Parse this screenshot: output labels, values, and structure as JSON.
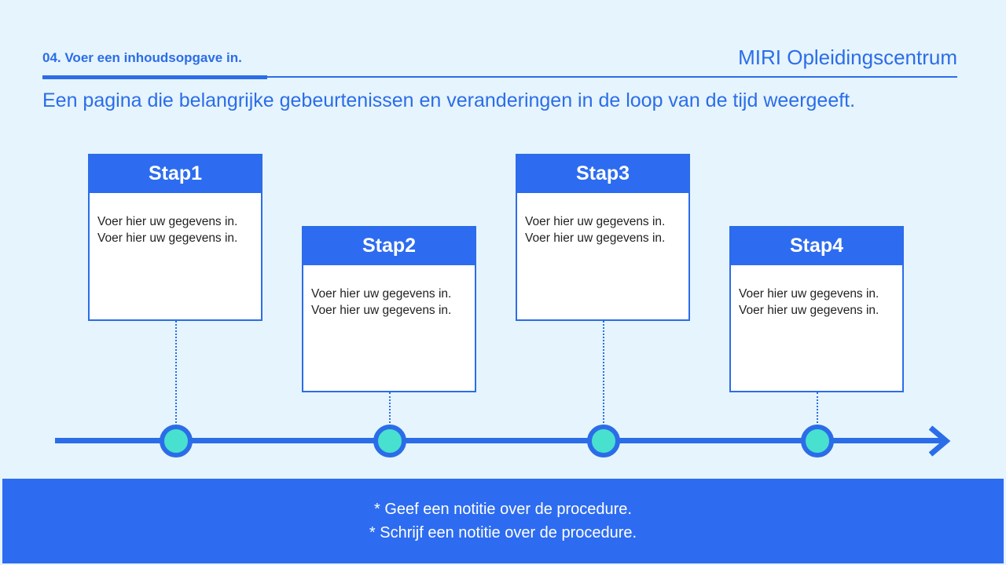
{
  "header": {
    "section_label": "04. Voer een inhoudsopgave in.",
    "brand": "MIRI Opleidingscentrum",
    "subtitle": "Een pagina die belangrijke gebeurtenissen en veranderingen in de loop van de tijd weergeeft."
  },
  "timeline": {
    "steps": [
      {
        "title": "Stap1",
        "lines": [
          "Voer hier uw gegevens in.",
          "Voer hier uw gegevens in."
        ]
      },
      {
        "title": "Stap2",
        "lines": [
          "Voer hier uw gegevens in.",
          "Voer hier uw gegevens in."
        ]
      },
      {
        "title": "Stap3",
        "lines": [
          "Voer hier uw gegevens in.",
          "Voer hier uw gegevens in."
        ]
      },
      {
        "title": "Stap4",
        "lines": [
          "Voer hier uw gegevens in.",
          "Voer hier uw gegevens in."
        ]
      }
    ]
  },
  "footer": {
    "notes": [
      "* Geef een notitie over de procedure.",
      "* Schrijf een notitie over de procedure."
    ]
  },
  "colors": {
    "accent": "#2b6de8",
    "node_fill": "#48e0cf",
    "background": "#e6f4fd"
  }
}
